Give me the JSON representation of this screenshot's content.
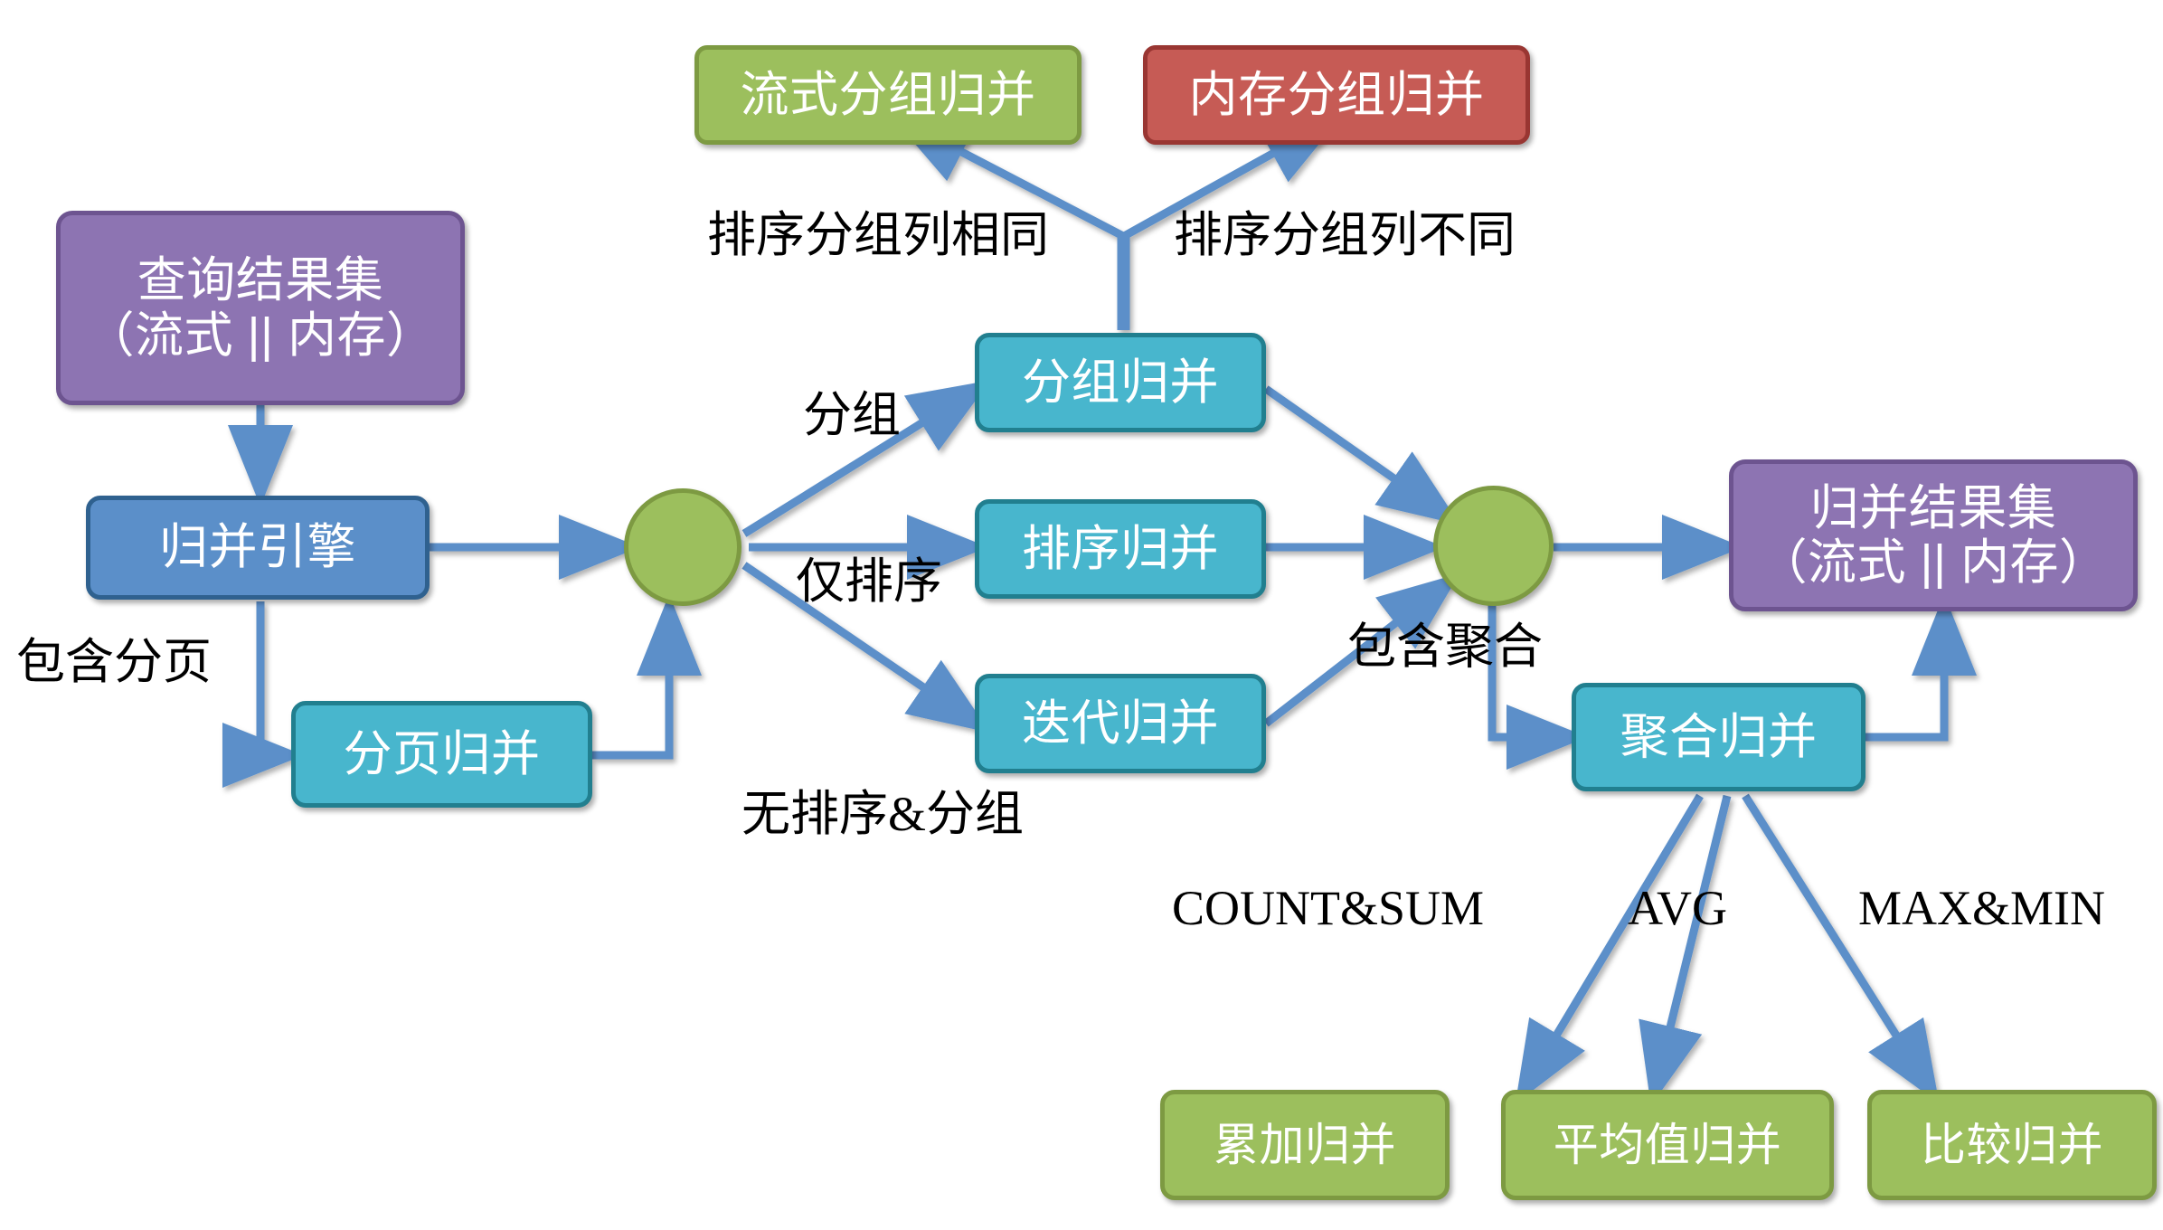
{
  "diagram": {
    "title": "归并引擎流程图",
    "colors": {
      "purple": "#8d74b2",
      "purple_border": "#6d5490",
      "blue": "#5b8fc9",
      "blue_border": "#2f618f",
      "teal": "#48b6cd",
      "teal_border": "#217f8f",
      "green": "#9cbf5d",
      "green_border": "#7d9a42",
      "red": "#c65b55",
      "red_border": "#993632",
      "arrow": "#5b8fc9",
      "label_text": "#000000",
      "node_text": "#ffffff",
      "background": "#ffffff"
    },
    "nodes": {
      "query_result_set": "查询结果集\n（流式 || 内存）",
      "merge_engine": "归并引擎",
      "pagination_merge": "分页归并",
      "stream_group_merge": "流式分组归并",
      "memory_group_merge": "内存分组归并",
      "group_merge": "分组归并",
      "order_merge": "排序归并",
      "iterator_merge": "迭代归并",
      "aggregation_merge": "聚合归并",
      "merged_result_set": "归并结果集\n（流式 || 内存）",
      "accumulation_merge": "累加归并",
      "average_merge": "平均值归并",
      "comparison_merge": "比较归并"
    },
    "edge_labels": {
      "contains_pagination": "包含分页",
      "same_sort_group_columns": "排序分组列相同",
      "different_sort_group_columns": "排序分组列不同",
      "group_by": "分组",
      "order_only": "仅排序",
      "no_sort_no_group": "无排序&分组",
      "contains_aggregation": "包含聚合",
      "count_sum": "COUNT&SUM",
      "avg": "AVG",
      "max_min": "MAX&MIN"
    }
  }
}
